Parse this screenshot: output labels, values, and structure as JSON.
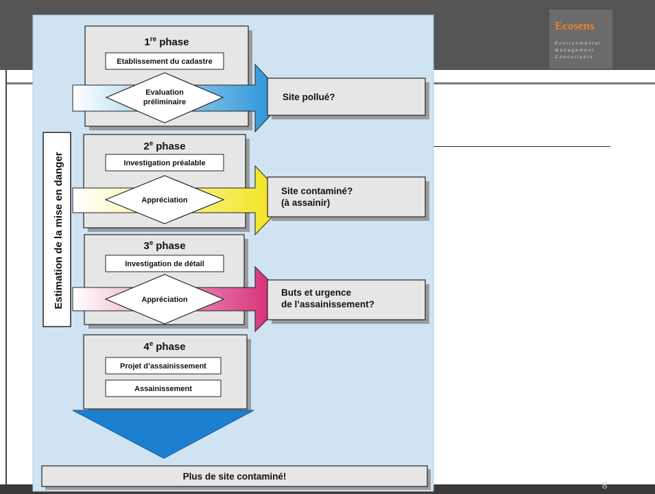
{
  "brand": {
    "name": "Ecosens",
    "tagline": [
      "Environmental",
      "Management",
      "Consultants"
    ],
    "accent_color": "#e8812b"
  },
  "page_number": "8",
  "diagram": {
    "side_label": "Estimation de la mise en danger",
    "phases": [
      {
        "num": "1",
        "sup": "re",
        "word": "phase",
        "boxes": [
          "Etablissement du cadastre"
        ],
        "decision": [
          "Evaluation",
          "préliminaire"
        ],
        "result": [
          "Site pollué?"
        ],
        "arrow_color": "#1d8fd6"
      },
      {
        "num": "2",
        "sup": "e",
        "word": "phase",
        "boxes": [
          "Investigation préalable"
        ],
        "decision": [
          "Appréciation"
        ],
        "result": [
          "Site contaminé?",
          "(à assainir)"
        ],
        "arrow_color": "#f2e312"
      },
      {
        "num": "3",
        "sup": "e",
        "word": "phase",
        "boxes": [
          "Investigation de détail"
        ],
        "decision": [
          "Appréciation"
        ],
        "result": [
          "Buts et urgence",
          "de l’assainissement?"
        ],
        "arrow_color": "#d41f6e"
      },
      {
        "num": "4",
        "sup": "e",
        "word": "phase",
        "boxes": [
          "Projet d’assainissement",
          "Assainissement"
        ],
        "decision": [],
        "result": [],
        "arrow_color": ""
      }
    ],
    "final_label": "Plus de site contaminé!",
    "final_arrow_color": "#1d7fd0"
  }
}
